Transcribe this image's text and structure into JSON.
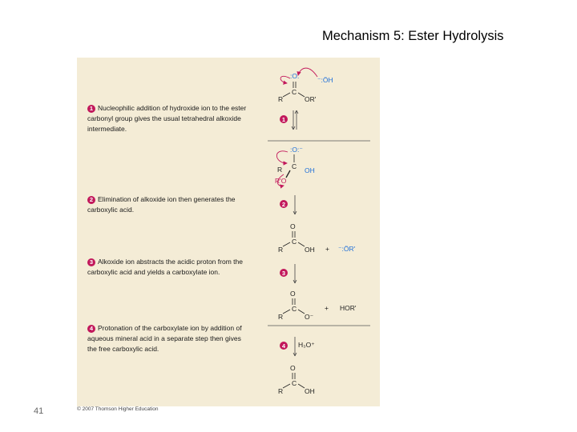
{
  "slide": {
    "title": "Mechanism 5: Ester Hydrolysis",
    "page_number": "41",
    "copyright": "© 2007 Thomson Higher Education"
  },
  "steps": [
    {
      "number": "1",
      "text": "Nucleophilic addition of hydroxide ion to the ester carbonyl group gives the usual tetrahedral alkoxide intermediate."
    },
    {
      "number": "2",
      "text": "Elimination of alkoxide ion then generates the carboxylic acid."
    },
    {
      "number": "3",
      "text": "Alkoxide ion abstracts the acidic proton from the carboxylic acid and yields a carboxylate ion."
    },
    {
      "number": "4",
      "text": "Protonation of the carboxylate ion by addition of aqueous mineral acid in a separate step then gives the free carboxylic acid."
    }
  ],
  "labels": {
    "O": "O",
    "C": "C",
    "R": "R",
    "OR_prime": "OR'",
    "R_prime_O": "R'O",
    "OH": "OH",
    "OH_anion": "⁻:ÖH",
    "O_minus": "O⁻",
    "OR_anion": "⁻:ÖR'",
    "HOR_prime": "HOR'",
    "plus": "+",
    "H3O_plus": "H₃O⁺",
    "O_lone": ":O:",
    "O_lone_minus": ":O:⁻"
  },
  "colors": {
    "figure_bg": "#f4ecd6",
    "accent": "#c2185b",
    "oxygen": "#1e6fd9"
  }
}
